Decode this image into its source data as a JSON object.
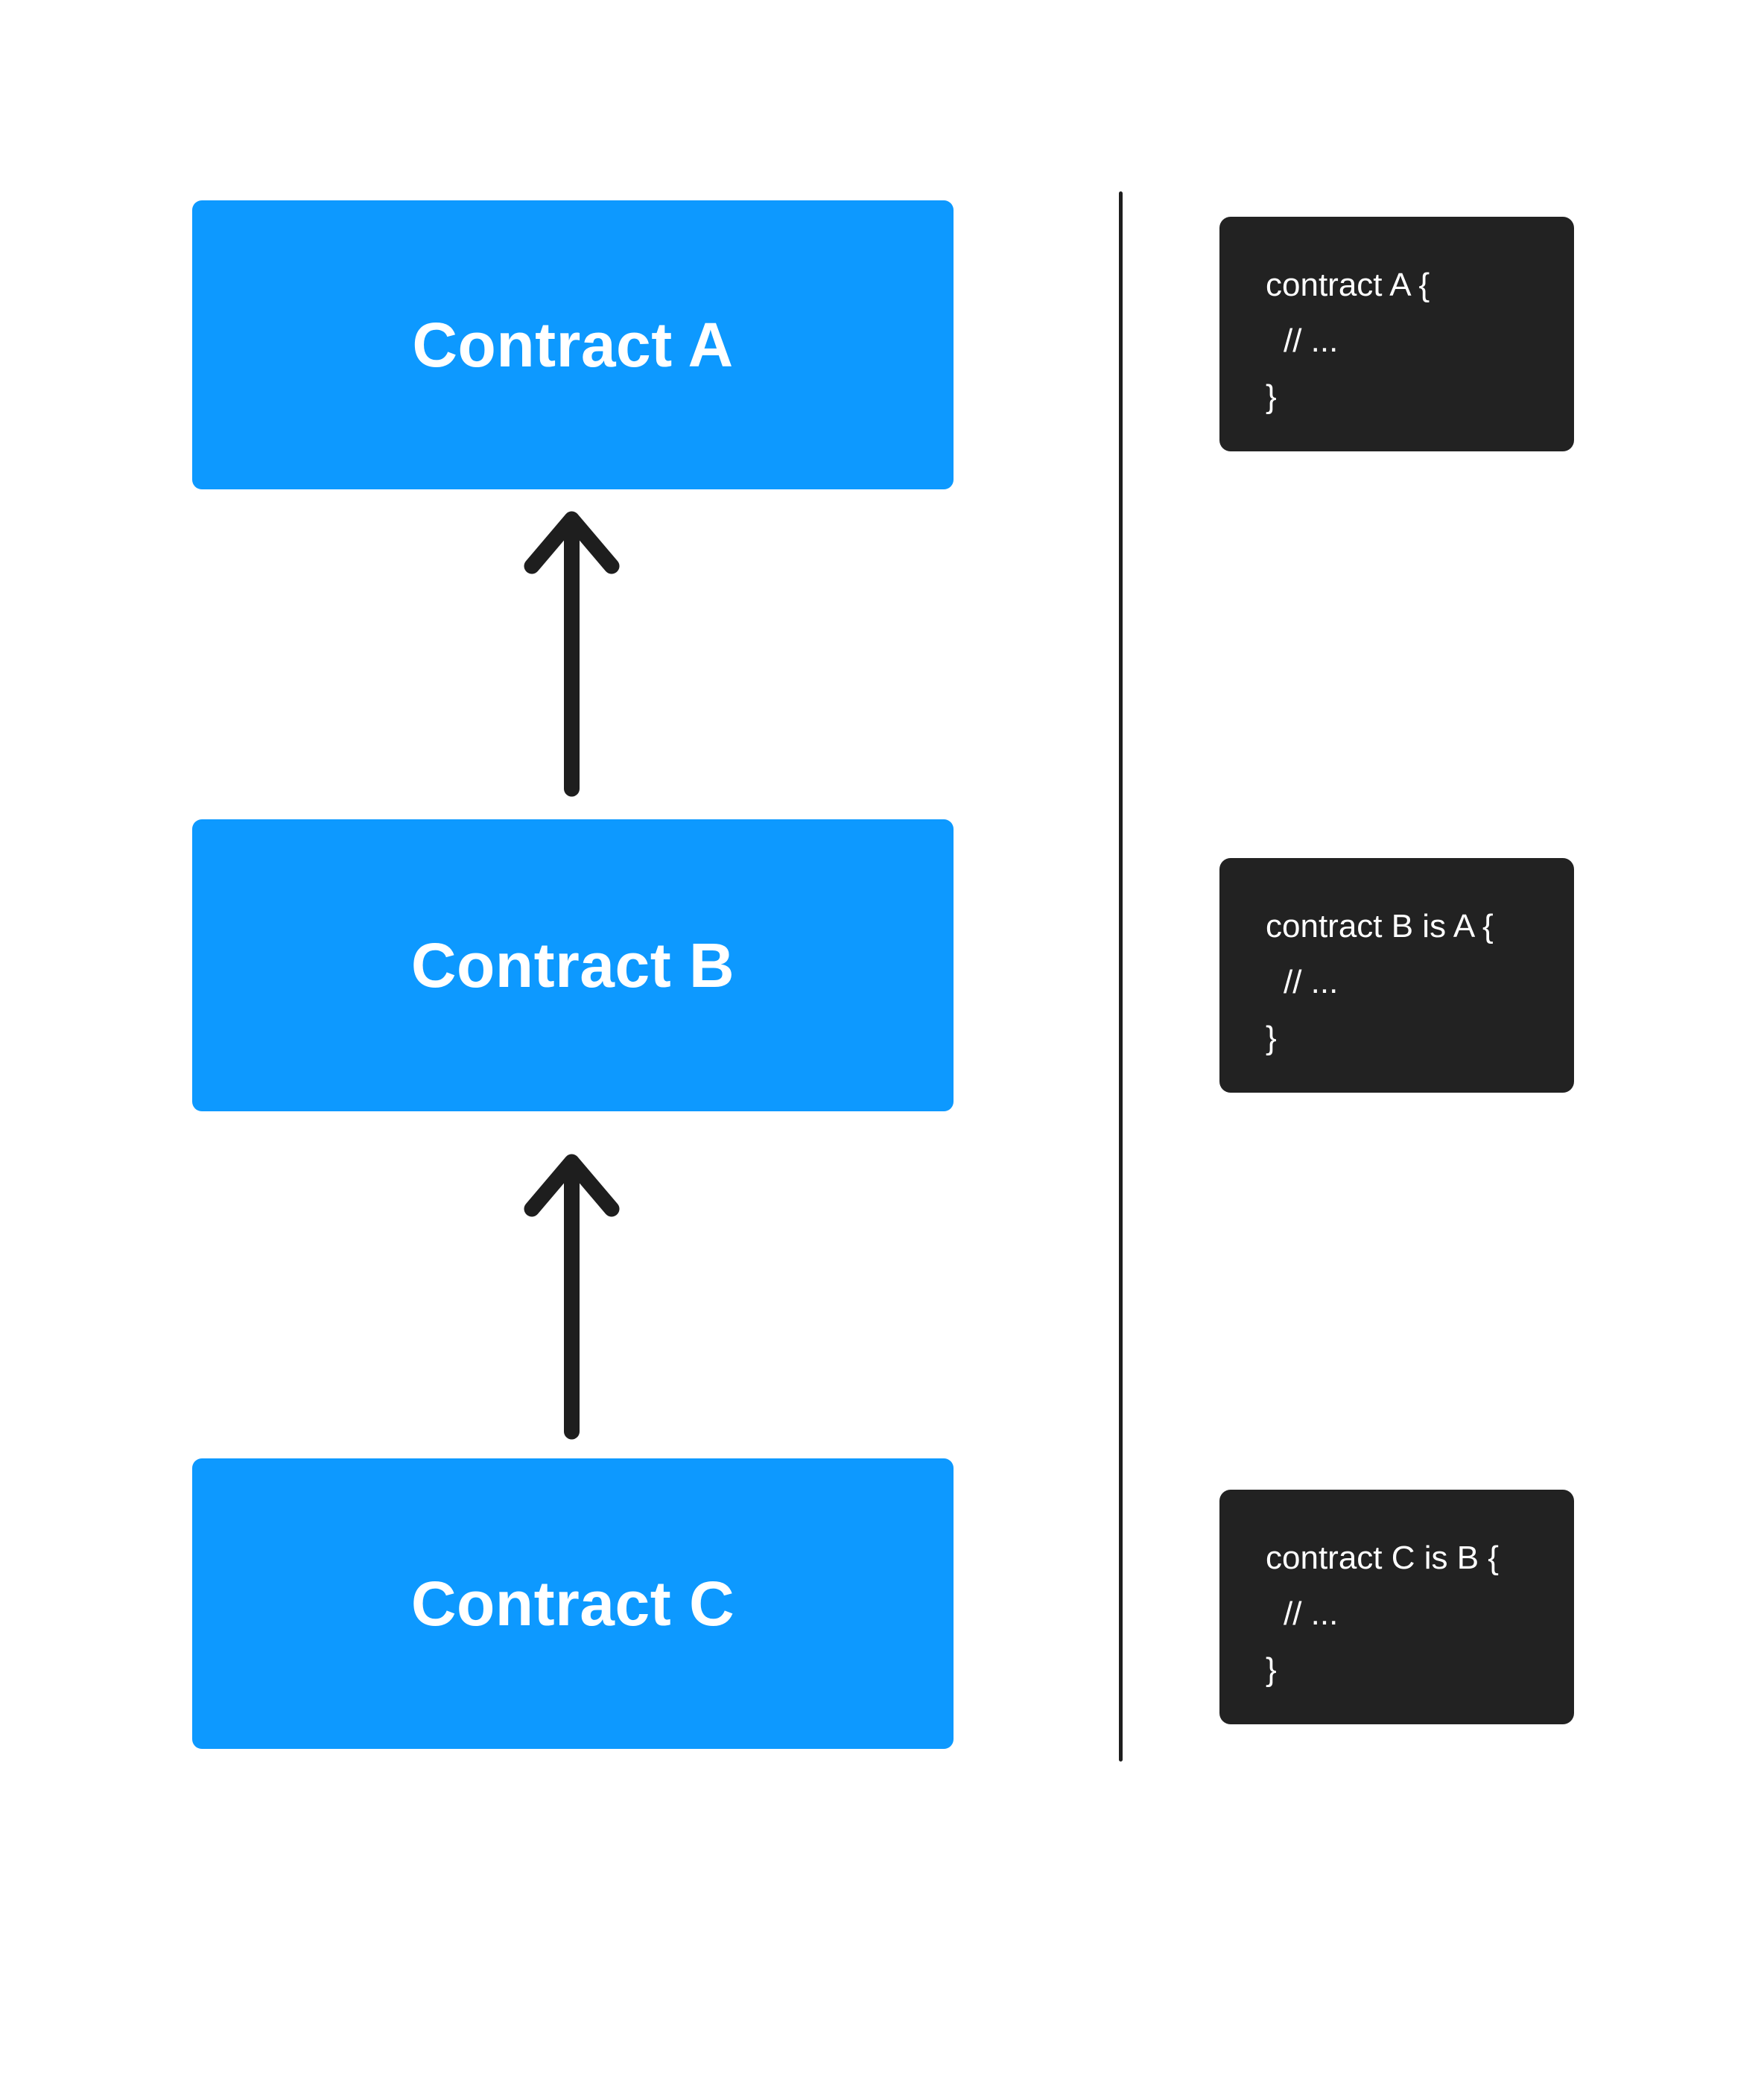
{
  "colors": {
    "background": "#ffffff",
    "accent-blue": "#0d99ff",
    "ink": "#1e1e1e",
    "code-bg": "#222222",
    "text-on-blue": "#ffffff",
    "code-text": "#ffffff"
  },
  "icons": {
    "arrow-up-icon": "↑"
  },
  "diagram": {
    "boxes": [
      {
        "label": "Contract A"
      },
      {
        "label": "Contract B"
      },
      {
        "label": "Contract C"
      }
    ],
    "code_blocks": [
      {
        "lines": [
          "contract A {",
          "// ...",
          "}"
        ]
      },
      {
        "lines": [
          "contract B is A {",
          "// ...",
          "}"
        ]
      },
      {
        "lines": [
          "contract C is B {",
          "// ...",
          "}"
        ]
      }
    ]
  }
}
